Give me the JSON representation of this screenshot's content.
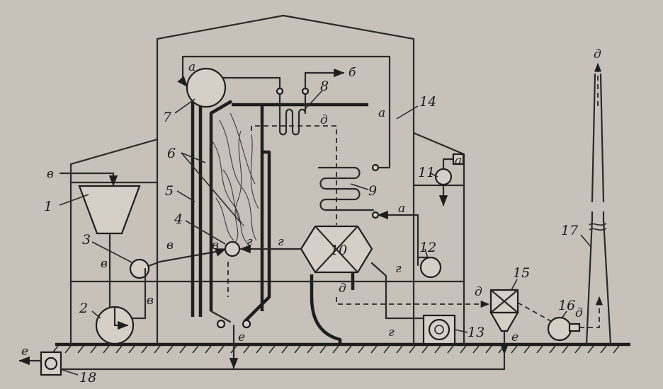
{
  "labels": {
    "n1": "1",
    "n2": "2",
    "n3": "3",
    "n4": "4",
    "n5": "5",
    "n6": "6",
    "n7": "7",
    "n8": "8",
    "n9": "9",
    "n10": "10",
    "n11": "11",
    "n12": "12",
    "n13": "13",
    "n14": "14",
    "n15": "15",
    "n16": "16",
    "n17": "17",
    "n18": "18"
  },
  "flows": {
    "a": "а",
    "b": "б",
    "v": "в",
    "g": "г",
    "d": "д",
    "e": "е"
  }
}
